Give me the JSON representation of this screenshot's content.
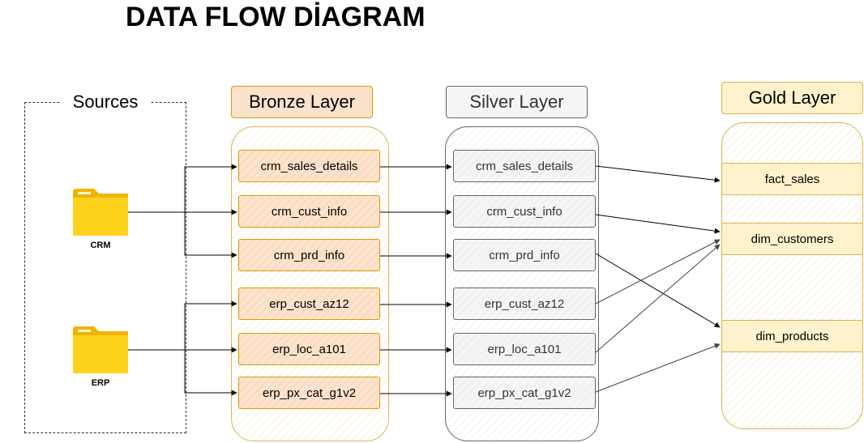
{
  "title": "DATA FLOW DİAGRAM",
  "sources": {
    "label": "Sources",
    "items": [
      {
        "id": "crm",
        "name": "CRM",
        "icon": "folder-icon"
      },
      {
        "id": "erp",
        "name": "ERP",
        "icon": "folder-icon"
      }
    ]
  },
  "layers": {
    "bronze": {
      "label": "Bronze Layer",
      "color": "#fbe2cc",
      "border": "#d79b00",
      "nodes": [
        "crm_sales_details",
        "crm_cust_info",
        "crm_prd_info",
        "erp_cust_az12",
        "erp_loc_a101",
        "erp_px_cat_g1v2"
      ]
    },
    "silver": {
      "label": "Silver Layer",
      "color": "#f5f5f5",
      "border": "#666666",
      "nodes": [
        "crm_sales_details",
        "crm_cust_info",
        "crm_prd_info",
        "erp_cust_az12",
        "erp_loc_a101",
        "erp_px_cat_g1v2"
      ]
    },
    "gold": {
      "label": "Gold Layer",
      "color": "#fff2cc",
      "border": "#d6b656",
      "nodes": [
        "fact_sales",
        "dim_customers",
        "dim_products"
      ]
    }
  },
  "edges": [
    {
      "from": "source:crm",
      "to": "bronze:0"
    },
    {
      "from": "source:crm",
      "to": "bronze:1"
    },
    {
      "from": "source:crm",
      "to": "bronze:2"
    },
    {
      "from": "source:erp",
      "to": "bronze:3"
    },
    {
      "from": "source:erp",
      "to": "bronze:4"
    },
    {
      "from": "source:erp",
      "to": "bronze:5"
    },
    {
      "from": "bronze:0",
      "to": "silver:0"
    },
    {
      "from": "bronze:1",
      "to": "silver:1"
    },
    {
      "from": "bronze:2",
      "to": "silver:2"
    },
    {
      "from": "bronze:3",
      "to": "silver:3"
    },
    {
      "from": "bronze:4",
      "to": "silver:4"
    },
    {
      "from": "bronze:5",
      "to": "silver:5"
    },
    {
      "from": "silver:0",
      "to": "gold:0"
    },
    {
      "from": "silver:1",
      "to": "gold:1"
    },
    {
      "from": "silver:2",
      "to": "gold:2"
    },
    {
      "from": "silver:3",
      "to": "gold:1"
    },
    {
      "from": "silver:4",
      "to": "gold:1"
    },
    {
      "from": "silver:5",
      "to": "gold:2"
    }
  ]
}
